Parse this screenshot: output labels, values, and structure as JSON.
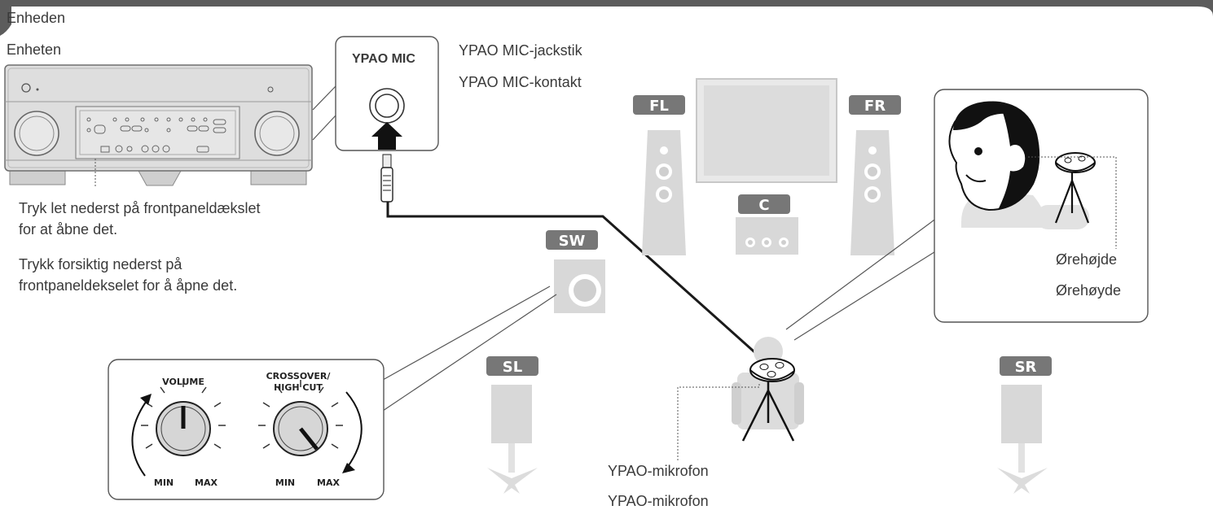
{
  "unit_labels": {
    "danish": "Enheden",
    "norwegian": "Enheten"
  },
  "panel_note": {
    "danish_line1": "Tryk let nederst på frontpaneldækslet",
    "danish_line2": "for at åbne det.",
    "norwegian_line1": "Trykk forsiktig nederst på",
    "norwegian_line2": "frontpaneldekselet for å åpne det."
  },
  "jack": {
    "title": "YPAO MIC",
    "label_danish": "YPAO MIC-jackstik",
    "label_norwegian": "YPAO MIC-kontakt"
  },
  "speakers": {
    "fl": "FL",
    "fr": "FR",
    "c": "C",
    "sw": "SW",
    "sl": "SL",
    "sr": "SR"
  },
  "ear_height": {
    "danish": "Ørehøjde",
    "norwegian": "Ørehøyde"
  },
  "microphone": {
    "danish": "YPAO-mikrofon",
    "norwegian": "YPAO-mikrofon"
  },
  "subwoofer_controls": {
    "volume": "VOLUME",
    "crossover_line1": "CROSSOVER/",
    "crossover_line2": "HIGH CUT",
    "min": "MIN",
    "max": "MAX"
  },
  "colors": {
    "speaker_fill": "#dcdcdc",
    "speaker_stroke": "#b3b3b3",
    "badge": "#7a7a7a",
    "line": "#1a1a1a",
    "header": "#5a5a5a"
  }
}
